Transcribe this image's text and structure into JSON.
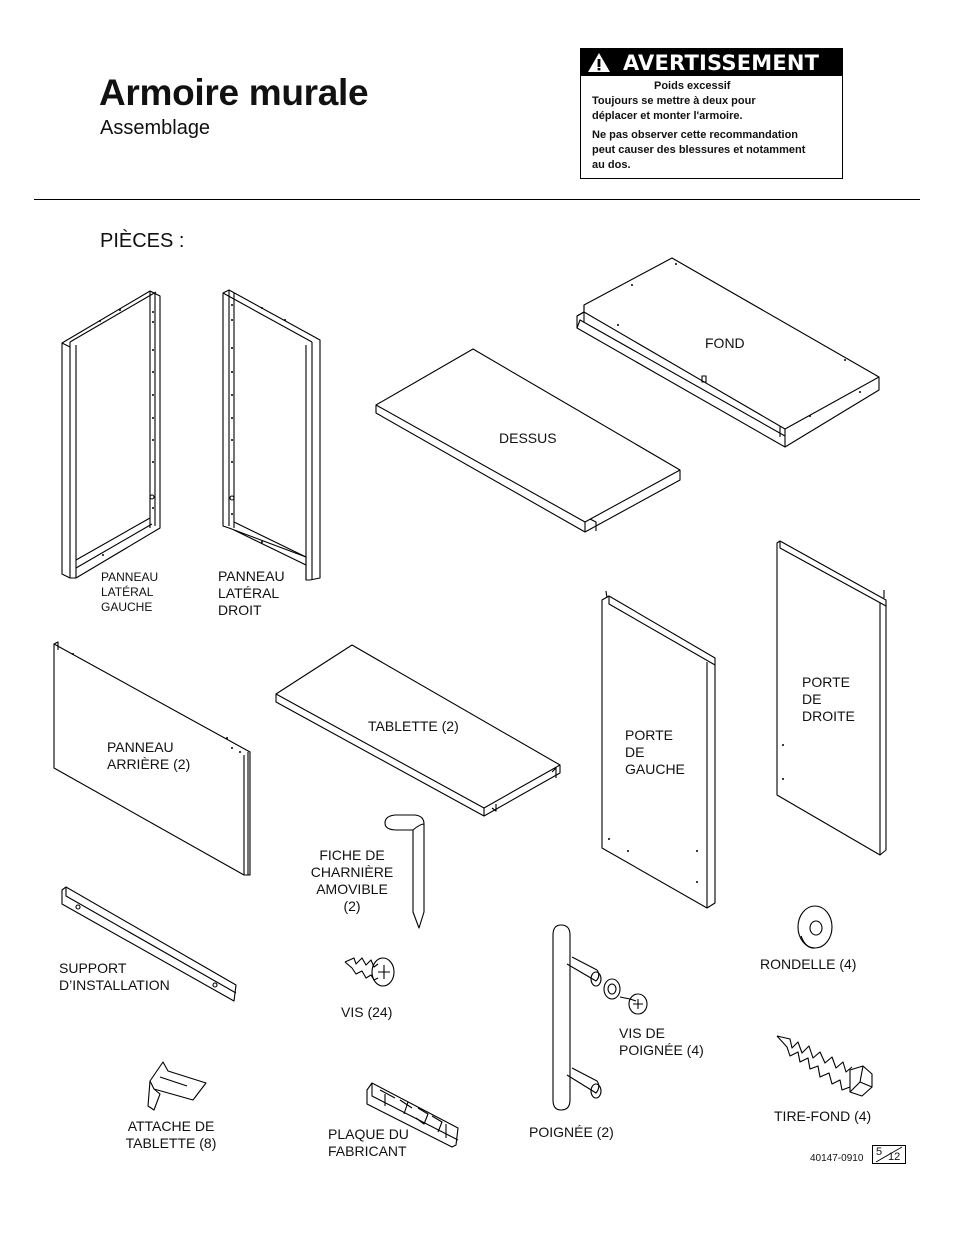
{
  "header": {
    "title": "Armoire murale",
    "subtitle": "Assemblage"
  },
  "warning": {
    "heading": "AVERTISSEMENT",
    "icon": "warning-triangle-icon",
    "subheading": "Poids excessif",
    "lines": [
      "Toujours se mettre à deux pour",
      "déplacer et monter l'armoire.",
      "Ne pas observer cette recommandation",
      "peut causer des blessures et notamment",
      "au dos."
    ]
  },
  "parts_heading": "PIÈCES :",
  "parts": {
    "left_side_panel": [
      "PANNEAU",
      "LATÉRAL",
      "GAUCHE"
    ],
    "right_side_panel": [
      "PANNEAU",
      "LATÉRAL",
      "DROIT"
    ],
    "top": "DESSUS",
    "bottom": "FOND",
    "back_panel": [
      "PANNEAU",
      "ARRIÈRE (2)"
    ],
    "shelf": "TABLETTE (2)",
    "left_door": [
      "PORTE",
      "DE",
      "GAUCHE"
    ],
    "right_door": [
      "PORTE",
      "DE",
      "DROITE"
    ],
    "hinge_pin": [
      "FICHE DE",
      "CHARNIÈRE",
      "AMOVIBLE",
      "(2)"
    ],
    "mounting_rail": [
      "SUPPORT",
      "D’INSTALLATION"
    ],
    "screw": "VIS (24)",
    "washer": "RONDELLE (4)",
    "handle_screw": [
      "VIS DE",
      "POIGNÉE (4)"
    ],
    "handle": "POIGNÉE (2)",
    "lag_screw": "TIRE-FOND (4)",
    "shelf_clip": [
      "ATTACHE DE",
      "TABLETTE (8)"
    ],
    "nameplate": [
      "PLAQUE DU",
      "FABRICANT"
    ]
  },
  "footer": {
    "doc_number": "40147-0910",
    "page": "5",
    "pages": "12"
  }
}
